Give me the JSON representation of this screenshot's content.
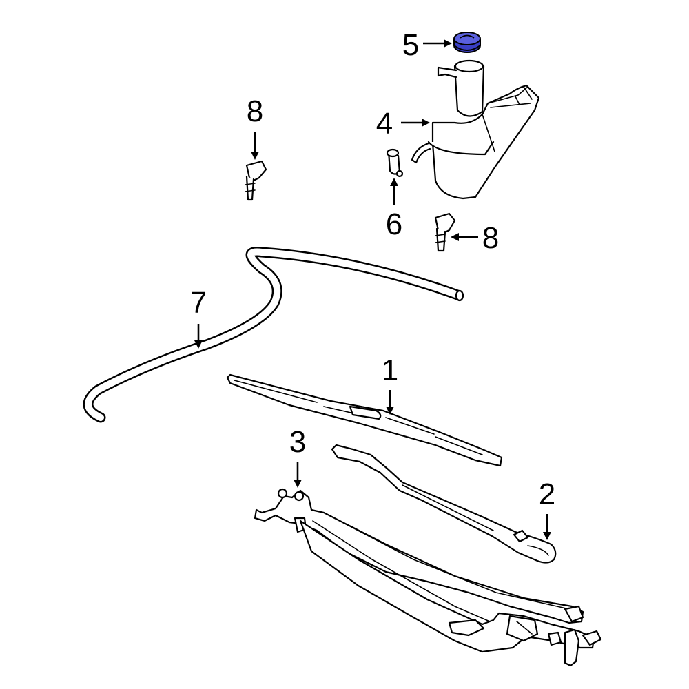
{
  "diagram": {
    "highlight_color": "#3a3fc4",
    "callouts": {
      "c1": "1",
      "c2": "2",
      "c3": "3",
      "c4": "4",
      "c5": "5",
      "c6": "6",
      "c7": "7",
      "c8_top": "8",
      "c8_right": "8"
    }
  }
}
